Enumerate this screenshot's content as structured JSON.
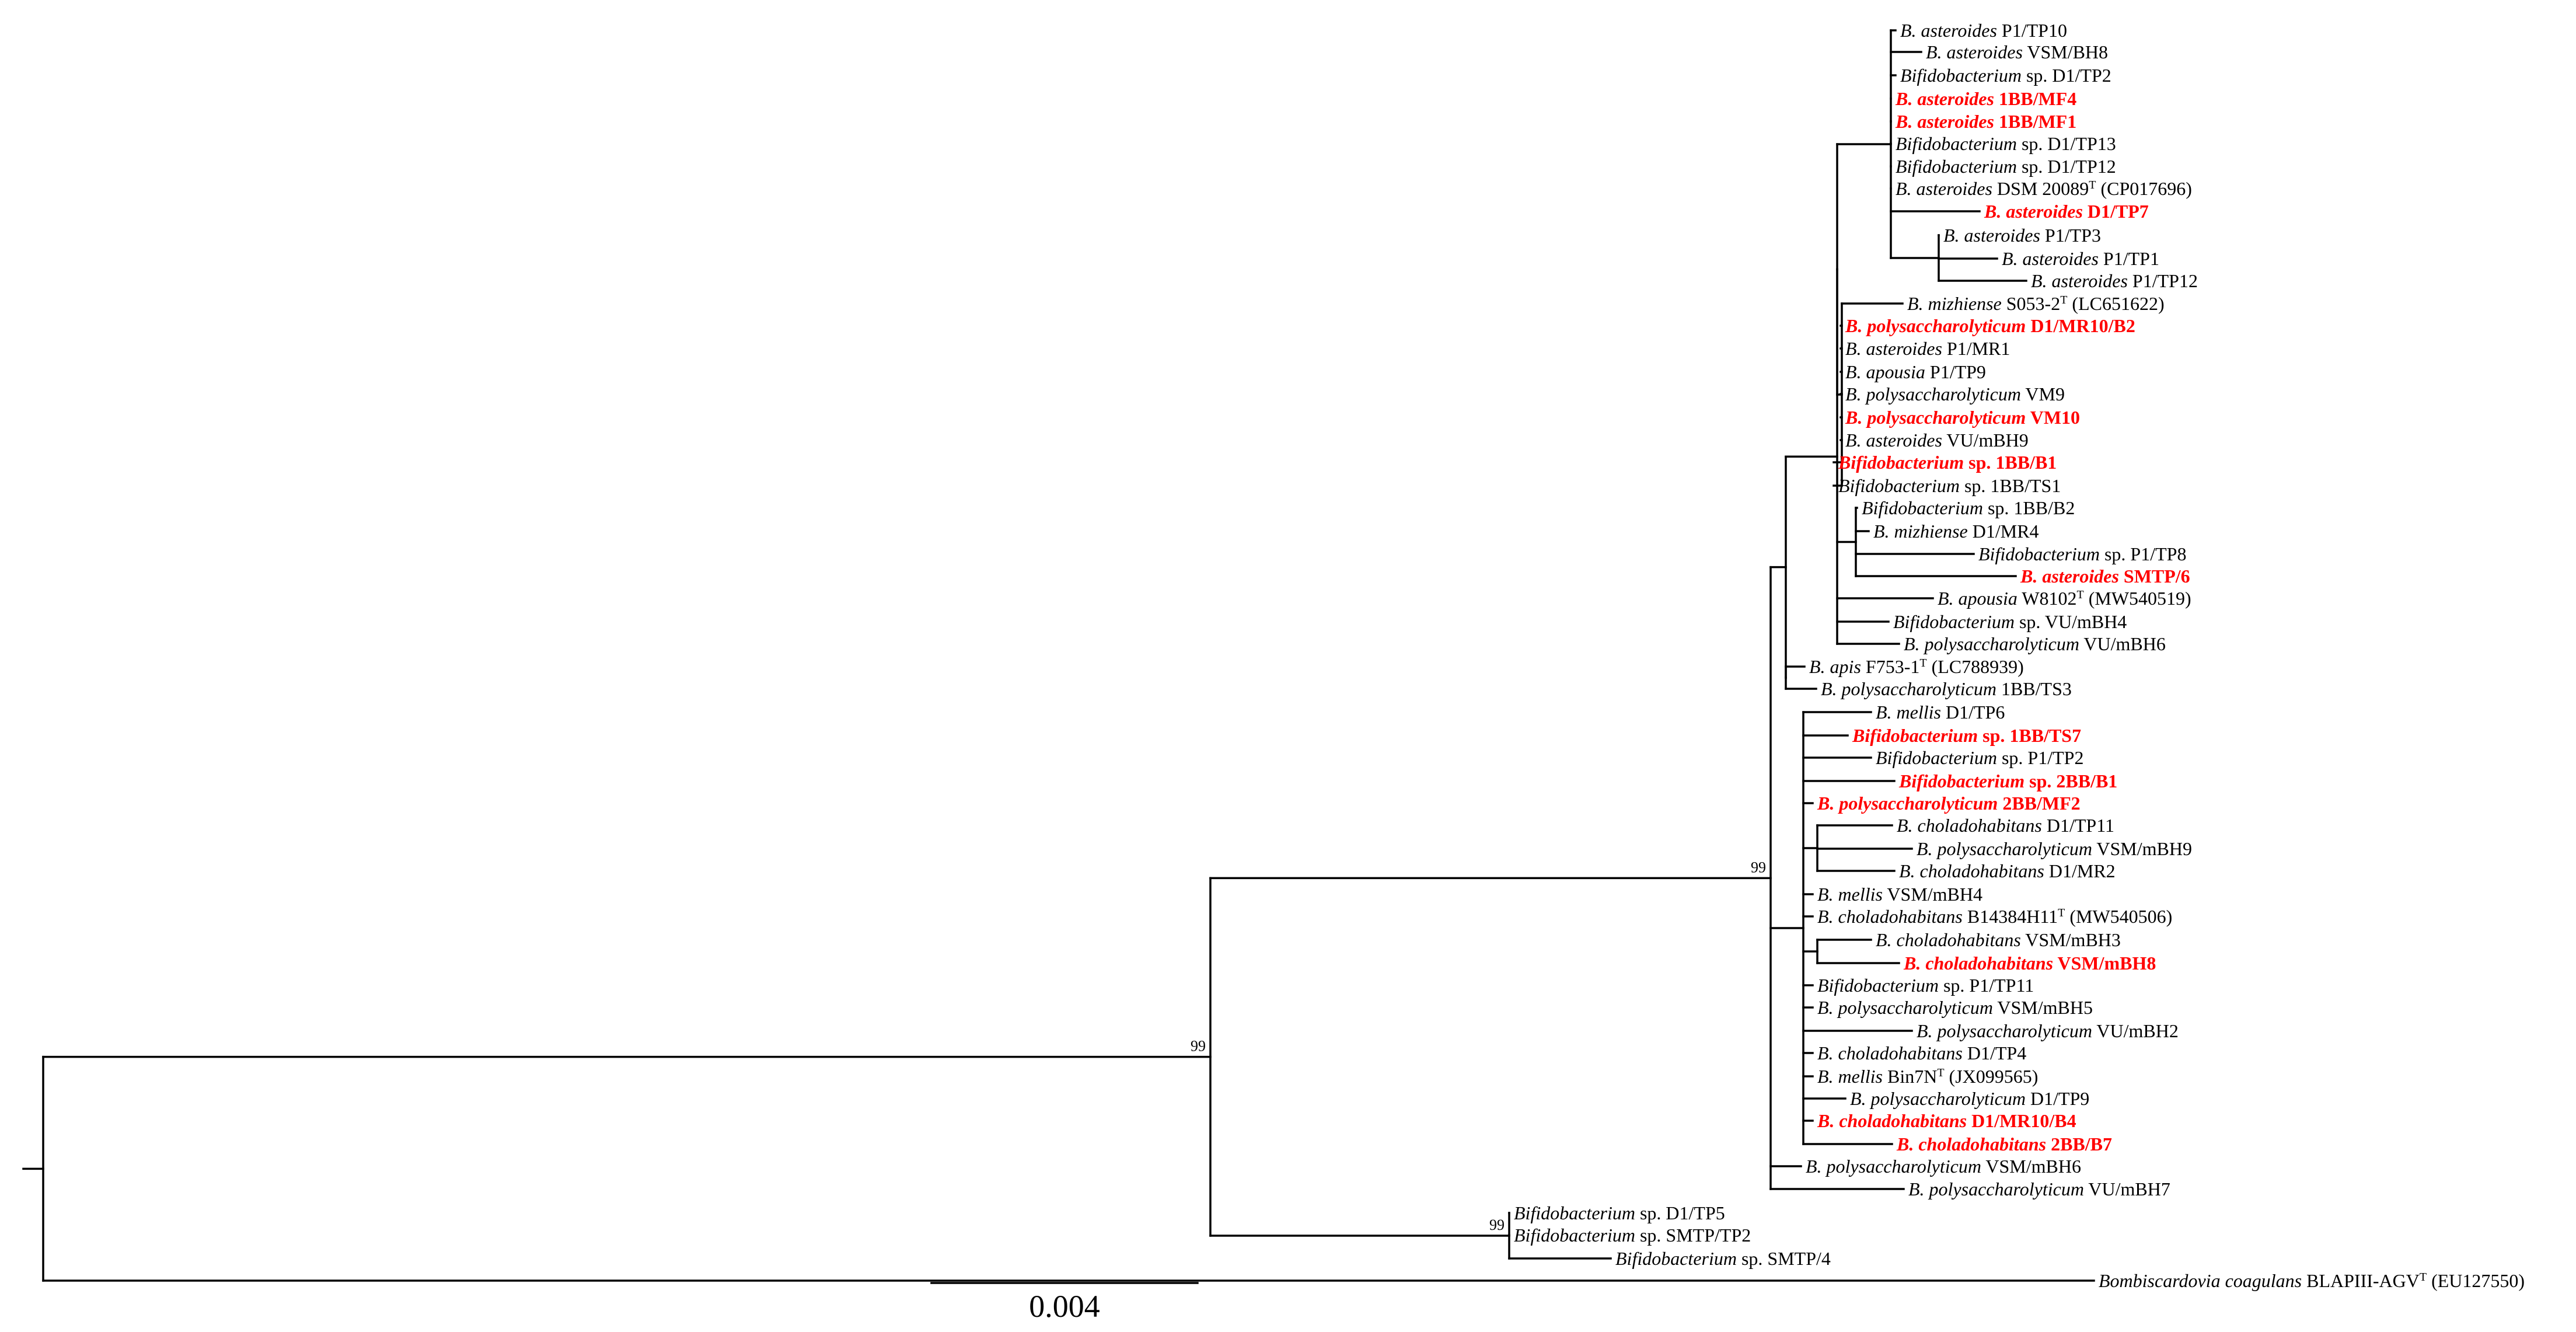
{
  "figure": {
    "type": "phylogenetic-tree",
    "scale_bar": {
      "value": 0.004,
      "label": "0.004"
    },
    "highlight_color": "#ff0000",
    "text_color": "#000000",
    "tips": [
      {
        "id": 1,
        "parts": [
          {
            "t": "B. asteroides",
            "i": true
          },
          {
            "t": " P1/TP10",
            "i": false
          }
        ],
        "hl": false
      },
      {
        "id": 2,
        "parts": [
          {
            "t": "B. asteroides",
            "i": true
          },
          {
            "t": " VSM/BH8",
            "i": false
          }
        ],
        "hl": false
      },
      {
        "id": 3,
        "parts": [
          {
            "t": "Bifidobacterium",
            "i": true
          },
          {
            "t": " sp. D1/TP2",
            "i": false
          }
        ],
        "hl": false
      },
      {
        "id": 4,
        "parts": [
          {
            "t": "B. asteroides",
            "i": true
          },
          {
            "t": " 1BB/MF4",
            "i": false
          }
        ],
        "hl": true
      },
      {
        "id": 5,
        "parts": [
          {
            "t": "B. asteroides",
            "i": true
          },
          {
            "t": " 1BB/MF1",
            "i": false
          }
        ],
        "hl": true
      },
      {
        "id": 6,
        "parts": [
          {
            "t": "Bifidobacterium",
            "i": true
          },
          {
            "t": " sp. D1/TP13",
            "i": false
          }
        ],
        "hl": false
      },
      {
        "id": 7,
        "parts": [
          {
            "t": "Bifidobacterium",
            "i": true
          },
          {
            "t": " sp. D1/TP12",
            "i": false
          }
        ],
        "hl": false
      },
      {
        "id": 8,
        "parts": [
          {
            "t": "B. asteroides",
            "i": true
          },
          {
            "t": " DSM 20089",
            "i": false
          },
          {
            "t": "T",
            "i": false,
            "sup": true
          },
          {
            "t": " (CP017696)",
            "i": false
          }
        ],
        "hl": false
      },
      {
        "id": 9,
        "parts": [
          {
            "t": "B. asteroides",
            "i": true
          },
          {
            "t": " D1/TP7",
            "i": false
          }
        ],
        "hl": true
      },
      {
        "id": 10,
        "parts": [
          {
            "t": "B. asteroides",
            "i": true
          },
          {
            "t": " P1/TP3",
            "i": false
          }
        ],
        "hl": false
      },
      {
        "id": 11,
        "parts": [
          {
            "t": "B. asteroides",
            "i": true
          },
          {
            "t": " P1/TP1",
            "i": false
          }
        ],
        "hl": false
      },
      {
        "id": 12,
        "parts": [
          {
            "t": "B. asteroides",
            "i": true
          },
          {
            "t": " P1/TP12",
            "i": false
          }
        ],
        "hl": false
      },
      {
        "id": 13,
        "parts": [
          {
            "t": "B. mizhiense",
            "i": true
          },
          {
            "t": " S053-2",
            "i": false
          },
          {
            "t": "T",
            "i": false,
            "sup": true
          },
          {
            "t": " (LC651622)",
            "i": false
          }
        ],
        "hl": false
      },
      {
        "id": 14,
        "parts": [
          {
            "t": "B. polysaccharolyticum",
            "i": true
          },
          {
            "t": " D1/MR10/B2",
            "i": false
          }
        ],
        "hl": true
      },
      {
        "id": 15,
        "parts": [
          {
            "t": "B. asteroides",
            "i": true
          },
          {
            "t": " P1/MR1",
            "i": false
          }
        ],
        "hl": false
      },
      {
        "id": 16,
        "parts": [
          {
            "t": "B. apousia",
            "i": true
          },
          {
            "t": " P1/TP9",
            "i": false
          }
        ],
        "hl": false
      },
      {
        "id": 17,
        "parts": [
          {
            "t": "B. polysaccharolyticum",
            "i": true
          },
          {
            "t": " VM9",
            "i": false
          }
        ],
        "hl": false
      },
      {
        "id": 18,
        "parts": [
          {
            "t": "B. polysaccharolyticum",
            "i": true
          },
          {
            "t": " VM10",
            "i": false
          }
        ],
        "hl": true
      },
      {
        "id": 19,
        "parts": [
          {
            "t": "B. asteroides",
            "i": true
          },
          {
            "t": " VU/mBH9",
            "i": false
          }
        ],
        "hl": false
      },
      {
        "id": 20,
        "parts": [
          {
            "t": "Bifidobacterium",
            "i": true
          },
          {
            "t": " sp. 1BB/B1",
            "i": false
          }
        ],
        "hl": true
      },
      {
        "id": 21,
        "parts": [
          {
            "t": "Bifidobacterium",
            "i": true
          },
          {
            "t": " sp. 1BB/TS1",
            "i": false
          }
        ],
        "hl": false
      },
      {
        "id": 22,
        "parts": [
          {
            "t": "Bifidobacterium",
            "i": true
          },
          {
            "t": " sp. 1BB/B2",
            "i": false
          }
        ],
        "hl": false
      },
      {
        "id": 23,
        "parts": [
          {
            "t": "B. mizhiense",
            "i": true
          },
          {
            "t": " D1/MR4",
            "i": false
          }
        ],
        "hl": false
      },
      {
        "id": 24,
        "parts": [
          {
            "t": "Bifidobacterium",
            "i": true
          },
          {
            "t": " sp. P1/TP8",
            "i": false
          }
        ],
        "hl": false
      },
      {
        "id": 25,
        "parts": [
          {
            "t": "B. asteroides",
            "i": true
          },
          {
            "t": " SMTP/6",
            "i": false
          }
        ],
        "hl": true
      },
      {
        "id": 26,
        "parts": [
          {
            "t": "B. apousia",
            "i": true
          },
          {
            "t": " W8102",
            "i": false
          },
          {
            "t": "T",
            "i": false,
            "sup": true
          },
          {
            "t": " (MW540519)",
            "i": false
          }
        ],
        "hl": false
      },
      {
        "id": 27,
        "parts": [
          {
            "t": "Bifidobacterium",
            "i": true
          },
          {
            "t": " sp. VU/mBH4",
            "i": false
          }
        ],
        "hl": false
      },
      {
        "id": 28,
        "parts": [
          {
            "t": "B. polysaccharolyticum",
            "i": true
          },
          {
            "t": " VU/mBH6",
            "i": false
          }
        ],
        "hl": false
      },
      {
        "id": 29,
        "parts": [
          {
            "t": "B. apis",
            "i": true
          },
          {
            "t": " F753-1",
            "i": false
          },
          {
            "t": "T",
            "i": false,
            "sup": true
          },
          {
            "t": " (LC788939)",
            "i": false
          }
        ],
        "hl": false
      },
      {
        "id": 30,
        "parts": [
          {
            "t": "B. polysaccharolyticum",
            "i": true
          },
          {
            "t": " 1BB/TS3",
            "i": false
          }
        ],
        "hl": false
      },
      {
        "id": 31,
        "parts": [
          {
            "t": "B. mellis",
            "i": true
          },
          {
            "t": " D1/TP6",
            "i": false
          }
        ],
        "hl": false
      },
      {
        "id": 32,
        "parts": [
          {
            "t": "Bifidobacterium",
            "i": true
          },
          {
            "t": " sp. 1BB/TS7",
            "i": false
          }
        ],
        "hl": true
      },
      {
        "id": 33,
        "parts": [
          {
            "t": "Bifidobacterium",
            "i": true
          },
          {
            "t": " sp. P1/TP2",
            "i": false
          }
        ],
        "hl": false
      },
      {
        "id": 34,
        "parts": [
          {
            "t": "Bifidobacterium",
            "i": true
          },
          {
            "t": " sp. 2BB/B1",
            "i": false
          }
        ],
        "hl": true
      },
      {
        "id": 35,
        "parts": [
          {
            "t": "B. polysaccharolyticum",
            "i": true
          },
          {
            "t": " 2BB/MF2",
            "i": false
          }
        ],
        "hl": true
      },
      {
        "id": 36,
        "parts": [
          {
            "t": "B. choladohabitans",
            "i": true
          },
          {
            "t": " D1/TP11",
            "i": false
          }
        ],
        "hl": false
      },
      {
        "id": 37,
        "parts": [
          {
            "t": "B. polysaccharolyticum",
            "i": true
          },
          {
            "t": " VSM/mBH9",
            "i": false
          }
        ],
        "hl": false
      },
      {
        "id": 38,
        "parts": [
          {
            "t": "B. choladohabitans",
            "i": true
          },
          {
            "t": " D1/MR2",
            "i": false
          }
        ],
        "hl": false
      },
      {
        "id": 39,
        "parts": [
          {
            "t": "B. mellis",
            "i": true
          },
          {
            "t": " VSM/mBH4",
            "i": false
          }
        ],
        "hl": false
      },
      {
        "id": 40,
        "parts": [
          {
            "t": "B. choladohabitans",
            "i": true
          },
          {
            "t": " B14384H11",
            "i": false
          },
          {
            "t": "T",
            "i": false,
            "sup": true
          },
          {
            "t": " (MW540506)",
            "i": false
          }
        ],
        "hl": false
      },
      {
        "id": 41,
        "parts": [
          {
            "t": "B. choladohabitans",
            "i": true
          },
          {
            "t": " VSM/mBH3",
            "i": false
          }
        ],
        "hl": false
      },
      {
        "id": 42,
        "parts": [
          {
            "t": "B. choladohabitans",
            "i": true
          },
          {
            "t": " VSM/mBH8",
            "i": false
          }
        ],
        "hl": true
      },
      {
        "id": 43,
        "parts": [
          {
            "t": "Bifidobacterium",
            "i": true
          },
          {
            "t": " sp. P1/TP11",
            "i": false
          }
        ],
        "hl": false
      },
      {
        "id": 44,
        "parts": [
          {
            "t": "B. polysaccharolyticum",
            "i": true
          },
          {
            "t": " VSM/mBH5",
            "i": false
          }
        ],
        "hl": false
      },
      {
        "id": 45,
        "parts": [
          {
            "t": "B. polysaccharolyticum",
            "i": true
          },
          {
            "t": " VU/mBH2",
            "i": false
          }
        ],
        "hl": false
      },
      {
        "id": 46,
        "parts": [
          {
            "t": "B. choladohabitans",
            "i": true
          },
          {
            "t": " D1/TP4",
            "i": false
          }
        ],
        "hl": false
      },
      {
        "id": 47,
        "parts": [
          {
            "t": "B. mellis",
            "i": true
          },
          {
            "t": " Bin7N",
            "i": false
          },
          {
            "t": "T",
            "i": false,
            "sup": true
          },
          {
            "t": " (JX099565)",
            "i": false
          }
        ],
        "hl": false
      },
      {
        "id": 48,
        "parts": [
          {
            "t": "B. polysaccharolyticum",
            "i": true
          },
          {
            "t": " D1/TP9",
            "i": false
          }
        ],
        "hl": false
      },
      {
        "id": 49,
        "parts": [
          {
            "t": "B. choladohabitans",
            "i": true
          },
          {
            "t": " D1/MR10/B4",
            "i": false
          }
        ],
        "hl": true
      },
      {
        "id": 50,
        "parts": [
          {
            "t": "B. choladohabitans",
            "i": true
          },
          {
            "t": " 2BB/B7",
            "i": false
          }
        ],
        "hl": true
      },
      {
        "id": 51,
        "parts": [
          {
            "t": "B. polysaccharolyticum",
            "i": true
          },
          {
            "t": " VSM/mBH6",
            "i": false
          }
        ],
        "hl": false
      },
      {
        "id": 52,
        "parts": [
          {
            "t": "B. polysaccharolyticum",
            "i": true
          },
          {
            "t": " VU/mBH7",
            "i": false
          }
        ],
        "hl": false
      },
      {
        "id": 53,
        "parts": [
          {
            "t": "Bifidobacterium",
            "i": true
          },
          {
            "t": " sp. D1/TP5",
            "i": false
          }
        ],
        "hl": false
      },
      {
        "id": 54,
        "parts": [
          {
            "t": "Bifidobacterium",
            "i": true
          },
          {
            "t": " sp. SMTP/TP2",
            "i": false
          }
        ],
        "hl": false
      },
      {
        "id": 55,
        "parts": [
          {
            "t": "Bifidobacterium",
            "i": true
          },
          {
            "t": " sp. SMTP/4",
            "i": false
          }
        ],
        "hl": false
      },
      {
        "id": 56,
        "parts": [
          {
            "t": "Bombiscardovia coagulans",
            "i": true
          },
          {
            "t": " BLAPIII-AGV",
            "i": false
          },
          {
            "t": "T",
            "i": false,
            "sup": true
          },
          {
            "t": " (EU127550)",
            "i": false
          }
        ],
        "hl": false
      }
    ],
    "bootstrap": [
      {
        "node": "root-ingroup",
        "label": "99"
      },
      {
        "node": "main-clade",
        "label": "99"
      },
      {
        "node": "small-clade",
        "label": "99"
      }
    ]
  }
}
